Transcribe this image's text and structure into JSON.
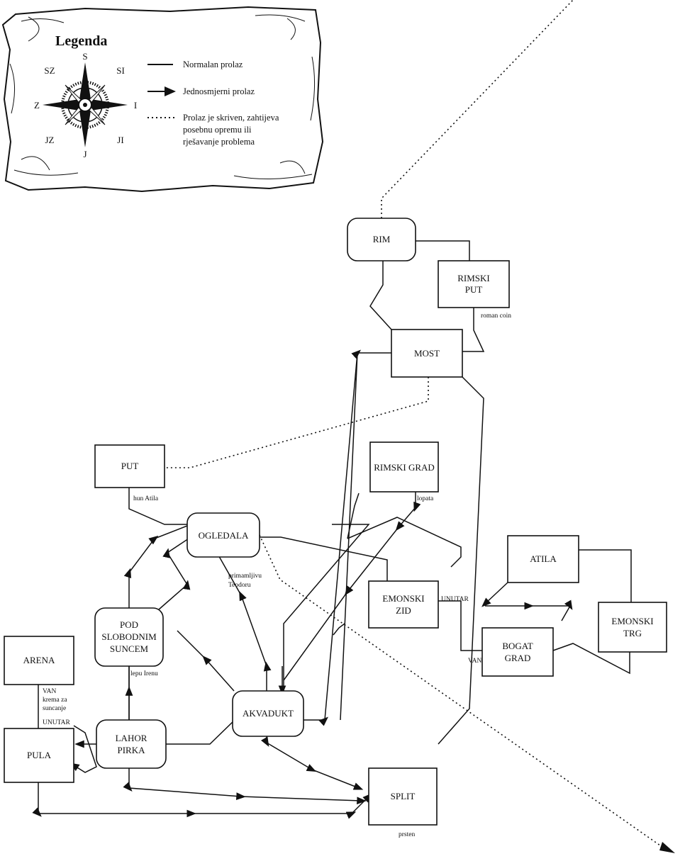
{
  "legend": {
    "title": "Legenda",
    "directions": {
      "n": "S",
      "ne": "SI",
      "e": "I",
      "se": "JI",
      "s": "J",
      "sw": "JZ",
      "w": "Z",
      "nw": "SZ"
    },
    "items": [
      {
        "line1": "Normalan prolaz",
        "line2": "",
        "line3": ""
      },
      {
        "line1": "Jednosmjerni prolaz",
        "line2": "",
        "line3": ""
      },
      {
        "line1": "Prolaz je skriven, zahtijeva",
        "line2": "posebnu opremu ili",
        "line3": "rješavanje problema"
      }
    ]
  },
  "nodes": {
    "rim": {
      "label": "RIM"
    },
    "rimski_put": {
      "line1": "RIMSKI",
      "line2": "PUT"
    },
    "most": {
      "label": "MOST"
    },
    "put": {
      "label": "PUT"
    },
    "rimski_grad": {
      "label": "RIMSKI GRAD"
    },
    "ogledala": {
      "label": "OGLEDALA"
    },
    "emonski_zid": {
      "line1": "EMONSKI",
      "line2": "ZID"
    },
    "atila": {
      "label": "ATILA"
    },
    "emonski_trg": {
      "line1": "EMONSKI",
      "line2": "TRG"
    },
    "bogat_grad": {
      "line1": "BOGAT",
      "line2": "GRAD"
    },
    "pod_slobodnim": {
      "line1": "POD",
      "line2": "SLOBODNIM",
      "line3": "SUNCEM"
    },
    "arena": {
      "label": "ARENA"
    },
    "akvadukt": {
      "label": "AKVADUKT"
    },
    "lahor_pirka": {
      "line1": "LAHOR",
      "line2": "PIRKA"
    },
    "pula": {
      "label": "PULA"
    },
    "split": {
      "label": "SPLIT"
    }
  },
  "notes": {
    "roman_coin": "roman coin",
    "hun_atila": "hun Atila",
    "lopata": "lopata",
    "primamljivu": "primamljivu",
    "teodoru": "Teodoru",
    "unutar_zid": "UNUTAR",
    "van_bogat": "VAN",
    "lepu_irenu": "lepu Irenu",
    "van_arena": "VAN",
    "krema1": "krema za",
    "krema2": "suncanje",
    "unutar_arena": "UNUTAR",
    "prsten": "prsten"
  },
  "colors": {
    "ink": "#111111",
    "parchment": "#ffffff"
  }
}
